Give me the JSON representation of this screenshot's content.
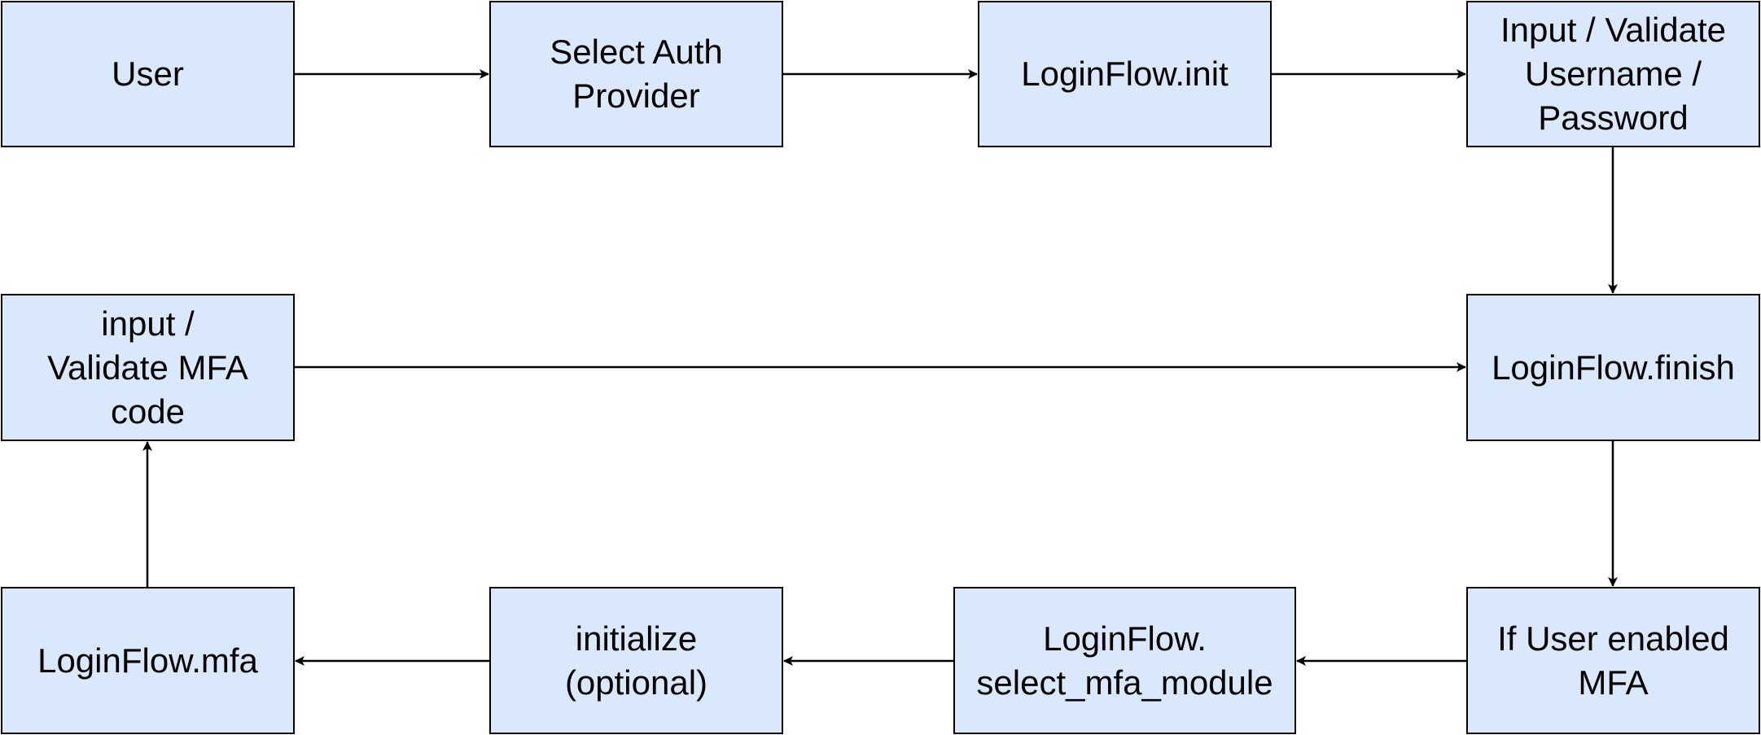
{
  "colors": {
    "node_fill": "#dae8fc",
    "node_stroke": "#000000",
    "edge": "#000000"
  },
  "nodes": {
    "user": "User",
    "select_auth": "Select Auth\nProvider",
    "login_init": "LoginFlow.init",
    "validate_credentials": "Input / Validate\nUsername /\nPassword",
    "login_finish": "LoginFlow.finish",
    "mfa_enabled_check": "If User enabled\nMFA",
    "select_mfa_module": "LoginFlow.\nselect_mfa_module",
    "initialize_optional": "initialize\n(optional)",
    "login_mfa": "LoginFlow.mfa",
    "validate_mfa": "input /\nValidate MFA\ncode"
  }
}
